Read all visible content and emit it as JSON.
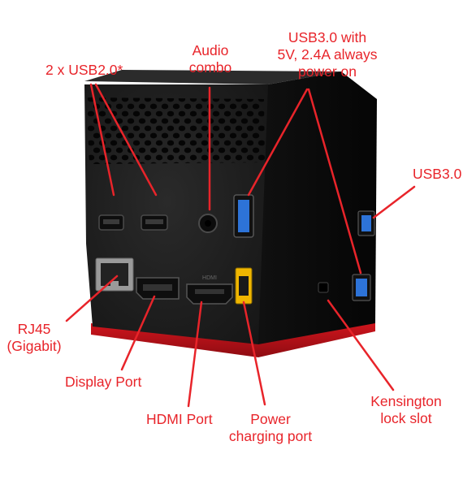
{
  "colors": {
    "annotation": "#e8242a",
    "device_body": "#1b1b1b",
    "device_side": "#0c0c0c",
    "base": "#c8121a",
    "port_blue": "#2d73d8",
    "port_yellow": "#f0b600"
  },
  "labels": {
    "usb20": {
      "line1": "2 x USB2.0*"
    },
    "audio": {
      "line1": "Audio",
      "line2": "combo"
    },
    "usb30_power": {
      "line1": "USB3.0 with",
      "line2": "5V, 2.4A always",
      "line3": "power on"
    },
    "usb30": {
      "line1": "USB3.0"
    },
    "rj45": {
      "line1": "RJ45",
      "line2": "(Gigabit)"
    },
    "displayport": {
      "line1": "Display Port"
    },
    "hdmi": {
      "line1": "HDMI Port"
    },
    "power": {
      "line1": "Power",
      "line2": "charging port"
    },
    "kensington": {
      "line1": "Kensington",
      "line2": "lock slot"
    }
  },
  "port_marks": {
    "hdmi_text": "HDMI"
  }
}
